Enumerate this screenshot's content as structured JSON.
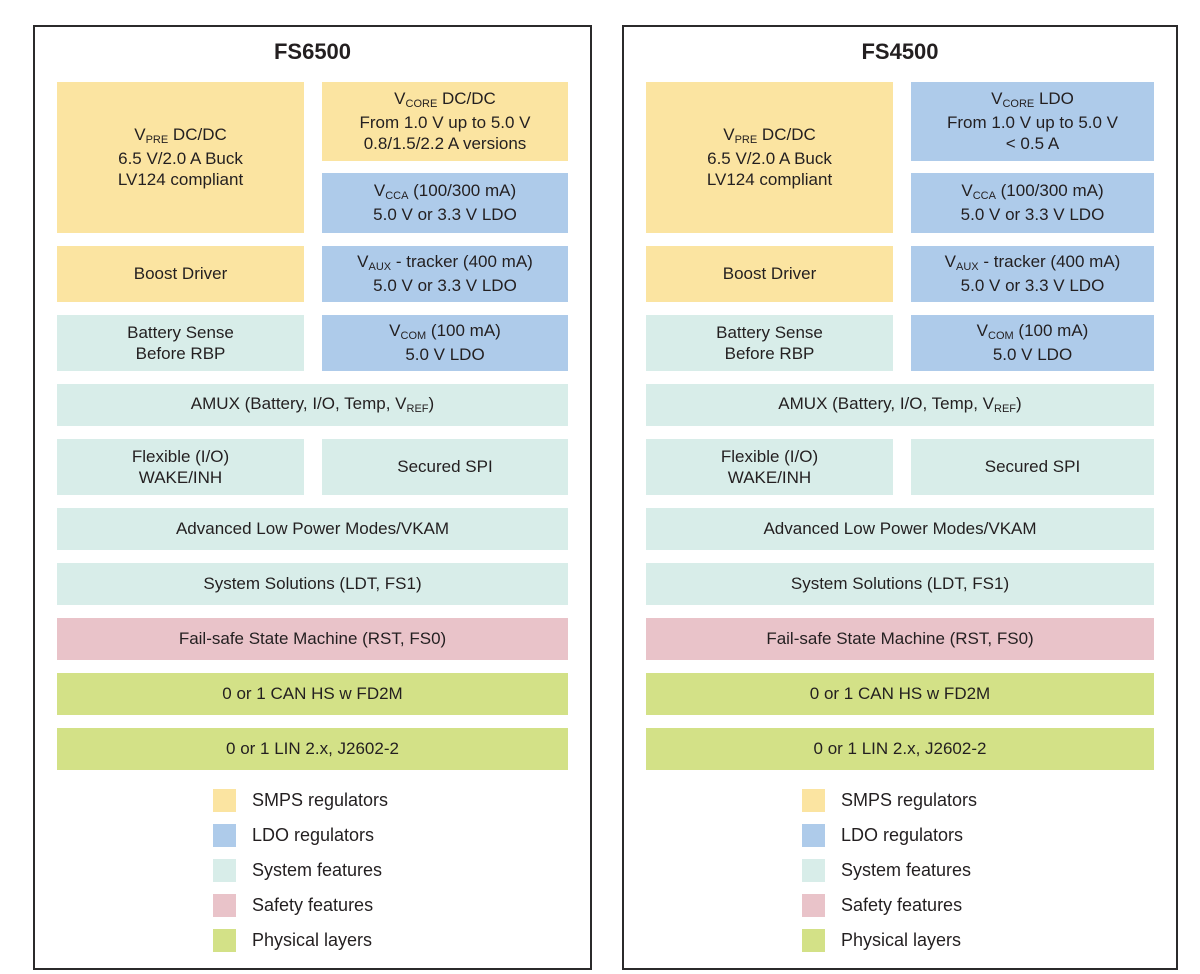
{
  "colors": {
    "smps": "#fbe4a1",
    "ldo": "#aecbea",
    "system": "#d8ede9",
    "safety": "#e9c3c9",
    "physical": "#d3e187",
    "border": "#2b2a2b",
    "text": "#231f20"
  },
  "legend": [
    {
      "name": "legend-item-smps",
      "color": "smps",
      "label": "SMPS regulators"
    },
    {
      "name": "legend-item-ldo",
      "color": "ldo",
      "label": "LDO regulators"
    },
    {
      "name": "legend-item-system",
      "color": "system",
      "label": "System features"
    },
    {
      "name": "legend-item-safety",
      "color": "safety",
      "label": "Safety features"
    },
    {
      "name": "legend-item-physical",
      "color": "physical",
      "label": "Physical layers"
    }
  ],
  "panels": [
    {
      "name": "fs6500-panel",
      "title": "FS6500",
      "rows": [
        {
          "type": "split",
          "left": {
            "name": "vpre-block",
            "color": "smps",
            "lines": [
              [
                "V",
                {
                  "sub": "PRE"
                },
                " DC/DC"
              ],
              [
                "6.5 V/2.0 A Buck"
              ],
              [
                "LV124 compliant"
              ]
            ]
          },
          "right": [
            {
              "name": "vcore-block",
              "color": "smps",
              "lines": [
                [
                  "V",
                  {
                    "sub": "CORE"
                  },
                  " DC/DC"
                ],
                [
                  "From 1.0 V up to 5.0 V"
                ],
                [
                  "0.8/1.5/2.2 A versions"
                ]
              ]
            },
            {
              "name": "vcca-block",
              "color": "ldo",
              "lines": [
                [
                  "V",
                  {
                    "sub": "CCA"
                  },
                  " (100/300 mA)"
                ],
                [
                  "5.0 V or 3.3 V LDO"
                ]
              ]
            }
          ]
        },
        {
          "type": "pair",
          "cells": [
            {
              "name": "boost-driver-block",
              "color": "smps",
              "lines": [
                [
                  "Boost Driver"
                ]
              ]
            },
            {
              "name": "vaux-block",
              "color": "ldo",
              "lines": [
                [
                  "V",
                  {
                    "sub": "AUX"
                  },
                  " - tracker (400 mA)"
                ],
                [
                  "5.0 V or 3.3 V LDO"
                ]
              ]
            }
          ]
        },
        {
          "type": "pair",
          "cells": [
            {
              "name": "battery-sense-block",
              "color": "system",
              "lines": [
                [
                  "Battery Sense"
                ],
                [
                  "Before RBP"
                ]
              ]
            },
            {
              "name": "vcom-block",
              "color": "ldo",
              "lines": [
                [
                  "V",
                  {
                    "sub": "COM"
                  },
                  " (100 mA)"
                ],
                [
                  "5.0 V LDO"
                ]
              ]
            }
          ]
        },
        {
          "type": "full",
          "cell": {
            "name": "amux-block",
            "color": "system",
            "lines": [
              [
                "AMUX (Battery, I/O, Temp, V",
                {
                  "sub": "REF"
                },
                ")"
              ]
            ]
          }
        },
        {
          "type": "pair",
          "cells": [
            {
              "name": "flexible-io-block",
              "color": "system",
              "lines": [
                [
                  "Flexible (I/O)"
                ],
                [
                  "WAKE/INH"
                ]
              ]
            },
            {
              "name": "secured-spi-block",
              "color": "system",
              "lines": [
                [
                  "Secured SPI"
                ]
              ]
            }
          ]
        },
        {
          "type": "full",
          "cell": {
            "name": "low-power-modes-block",
            "color": "system",
            "lines": [
              [
                "Advanced Low Power Modes/VKAM"
              ]
            ]
          }
        },
        {
          "type": "full",
          "cell": {
            "name": "system-solutions-block",
            "color": "system",
            "lines": [
              [
                "System Solutions (LDT, FS1)"
              ]
            ]
          }
        },
        {
          "type": "full",
          "cell": {
            "name": "fail-safe-block",
            "color": "safety",
            "lines": [
              [
                "Fail-safe State Machine (RST, FS0)"
              ]
            ]
          }
        },
        {
          "type": "full",
          "cell": {
            "name": "can-block",
            "color": "physical",
            "lines": [
              [
                "0 or 1 CAN HS w FD2M"
              ]
            ]
          }
        },
        {
          "type": "full",
          "cell": {
            "name": "lin-block",
            "color": "physical",
            "lines": [
              [
                "0 or 1 LIN 2.x, J2602-2"
              ]
            ]
          }
        }
      ]
    },
    {
      "name": "fs4500-panel",
      "title": "FS4500",
      "rows": [
        {
          "type": "split",
          "left": {
            "name": "vpre-block",
            "color": "smps",
            "lines": [
              [
                "V",
                {
                  "sub": "PRE"
                },
                " DC/DC"
              ],
              [
                "6.5 V/2.0 A Buck"
              ],
              [
                "LV124 compliant"
              ]
            ]
          },
          "right": [
            {
              "name": "vcore-block",
              "color": "ldo",
              "lines": [
                [
                  "V",
                  {
                    "sub": "CORE"
                  },
                  " LDO"
                ],
                [
                  "From 1.0 V up to 5.0 V"
                ],
                [
                  "< 0.5 A"
                ]
              ]
            },
            {
              "name": "vcca-block",
              "color": "ldo",
              "lines": [
                [
                  "V",
                  {
                    "sub": "CCA"
                  },
                  " (100/300 mA)"
                ],
                [
                  "5.0 V or 3.3 V LDO"
                ]
              ]
            }
          ]
        },
        {
          "type": "pair",
          "cells": [
            {
              "name": "boost-driver-block",
              "color": "smps",
              "lines": [
                [
                  "Boost Driver"
                ]
              ]
            },
            {
              "name": "vaux-block",
              "color": "ldo",
              "lines": [
                [
                  "V",
                  {
                    "sub": "AUX"
                  },
                  " - tracker (400 mA)"
                ],
                [
                  "5.0 V or 3.3 V LDO"
                ]
              ]
            }
          ]
        },
        {
          "type": "pair",
          "cells": [
            {
              "name": "battery-sense-block",
              "color": "system",
              "lines": [
                [
                  "Battery Sense"
                ],
                [
                  "Before RBP"
                ]
              ]
            },
            {
              "name": "vcom-block",
              "color": "ldo",
              "lines": [
                [
                  "V",
                  {
                    "sub": "COM"
                  },
                  " (100 mA)"
                ],
                [
                  "5.0 V LDO"
                ]
              ]
            }
          ]
        },
        {
          "type": "full",
          "cell": {
            "name": "amux-block",
            "color": "system",
            "lines": [
              [
                "AMUX (Battery, I/O, Temp, V",
                {
                  "sub": "REF"
                },
                ")"
              ]
            ]
          }
        },
        {
          "type": "pair",
          "cells": [
            {
              "name": "flexible-io-block",
              "color": "system",
              "lines": [
                [
                  "Flexible (I/O)"
                ],
                [
                  "WAKE/INH"
                ]
              ]
            },
            {
              "name": "secured-spi-block",
              "color": "system",
              "lines": [
                [
                  "Secured SPI"
                ]
              ]
            }
          ]
        },
        {
          "type": "full",
          "cell": {
            "name": "low-power-modes-block",
            "color": "system",
            "lines": [
              [
                "Advanced Low Power Modes/VKAM"
              ]
            ]
          }
        },
        {
          "type": "full",
          "cell": {
            "name": "system-solutions-block",
            "color": "system",
            "lines": [
              [
                "System Solutions (LDT, FS1)"
              ]
            ]
          }
        },
        {
          "type": "full",
          "cell": {
            "name": "fail-safe-block",
            "color": "safety",
            "lines": [
              [
                "Fail-safe State Machine (RST, FS0)"
              ]
            ]
          }
        },
        {
          "type": "full",
          "cell": {
            "name": "can-block",
            "color": "physical",
            "lines": [
              [
                "0 or 1 CAN HS w FD2M"
              ]
            ]
          }
        },
        {
          "type": "full",
          "cell": {
            "name": "lin-block",
            "color": "physical",
            "lines": [
              [
                "0 or 1 LIN 2.x, J2602-2"
              ]
            ]
          }
        }
      ]
    }
  ]
}
